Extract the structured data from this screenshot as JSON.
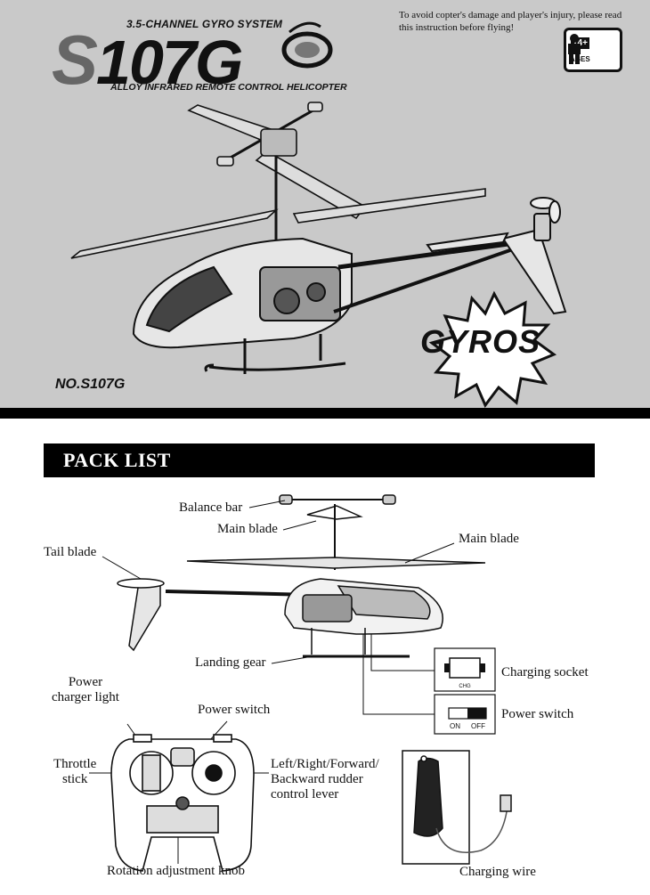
{
  "cover": {
    "subtitle": "3.5-CHANNEL GYRO SYSTEM",
    "logo_prefix": "S",
    "logo_rest": "107G",
    "tagline": "ALLOY INFRARED REMOTE CONTROL HELICOPTER",
    "warning": "To avoid copter's damage and player's injury, please read this instruction before flying!",
    "age_number": "14+",
    "age_label": "AGES",
    "burst_text": "GYROS",
    "model_no": "NO.S107G"
  },
  "pack_list": {
    "title": "PACK LIST",
    "labels": {
      "balance_bar": "Balance bar",
      "main_blade_top": "Main blade",
      "main_blade_right": "Main blade",
      "tail_blade": "Tail blade",
      "landing_gear": "Landing gear",
      "charging_socket": "Charging socket",
      "power_switch_heli": "Power switch",
      "power_charger_light": "Power\ncharger light",
      "power_switch_remote": "Power switch",
      "throttle_stick": "Throttle\nstick",
      "control_lever": "Left/Right/Forward/\nBackward rudder\ncontrol lever",
      "rotation_knob": "Rotation adjustment knob",
      "charging_wire": "Charging wire"
    },
    "socket_text": "CHG",
    "switch_on": "ON",
    "switch_off": "OFF"
  }
}
